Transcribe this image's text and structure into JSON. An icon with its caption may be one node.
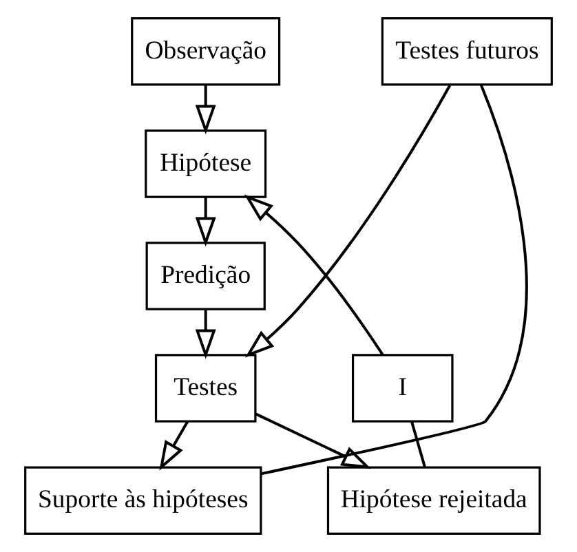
{
  "diagram": {
    "nodes": [
      {
        "text": [
          "Observação"
        ]
      },
      {
        "text": [
          "Hipótese"
        ]
      },
      {
        "text": [
          "Predição"
        ]
      },
      {
        "text": [
          "Testes"
        ]
      },
      {
        "text": [
          "Testes futuros"
        ]
      },
      {
        "text": [
          "Suporte às hipóteses"
        ]
      },
      {
        "text": [
          "Hipótese rejeitada"
        ]
      },
      {
        "text": [
          "I"
        ]
      }
    ],
    "edges": [
      {
        "from": 0,
        "to": 1,
        "arrow": "to"
      },
      {
        "from": 1,
        "to": 2,
        "arrow": "to"
      },
      {
        "from": 2,
        "to": 3,
        "arrow": "to"
      },
      {
        "from": 3,
        "to": 5,
        "arrow": "to"
      },
      {
        "from": 3,
        "to": 6,
        "arrow": "to"
      },
      {
        "from": 5,
        "to": 4,
        "arrow": "none"
      },
      {
        "from": 4,
        "to": 3,
        "arrow": "to"
      },
      {
        "from": 6,
        "to": 7,
        "arrow": "none"
      },
      {
        "from": 7,
        "to": 1,
        "arrow": "to"
      }
    ]
  }
}
